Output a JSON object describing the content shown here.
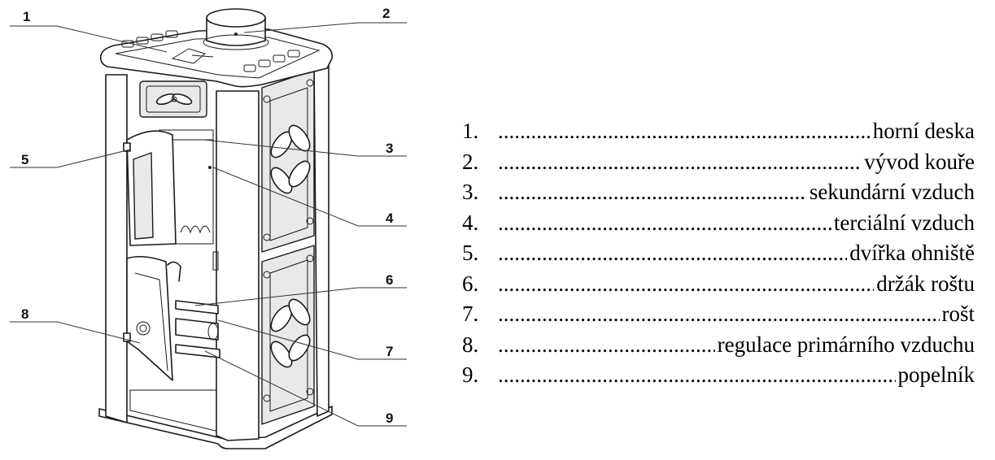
{
  "callouts": [
    "1",
    "2",
    "3",
    "4",
    "5",
    "6",
    "7",
    "8",
    "9"
  ],
  "legend": [
    {
      "number": "1.",
      "label": "horní deska"
    },
    {
      "number": "2.",
      "label": "vývod kouře"
    },
    {
      "number": "3.",
      "label": "sekundární vzduch"
    },
    {
      "number": "4.",
      "label": "terciální vzduch"
    },
    {
      "number": "5.",
      "label": "dvířka ohniště"
    },
    {
      "number": "6.",
      "label": "držák roštu"
    },
    {
      "number": "7.",
      "label": "rošt"
    },
    {
      "number": "8.",
      "label": "regulace primárního vzduchu"
    },
    {
      "number": "9.",
      "label": "popelník"
    }
  ]
}
